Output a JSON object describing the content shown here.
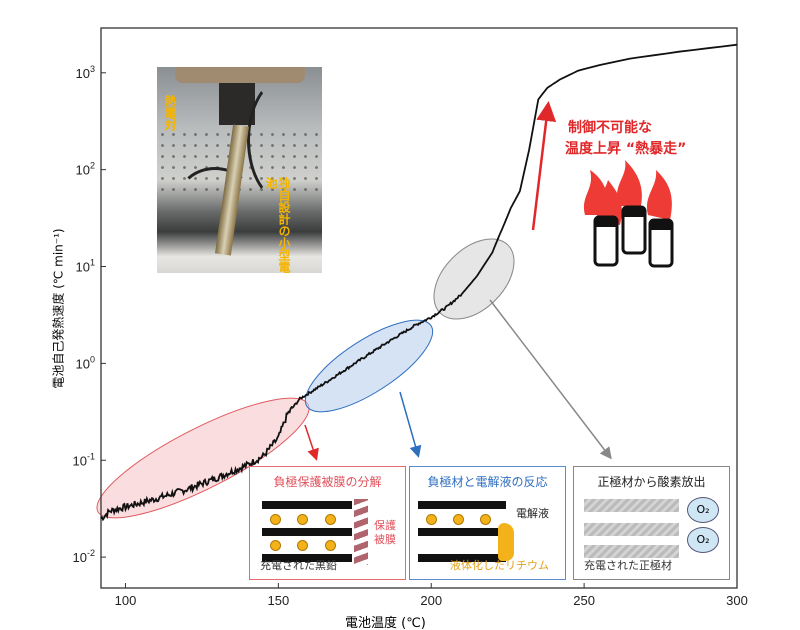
{
  "chart_data": {
    "type": "line",
    "title": "",
    "xlabel": "電池温度 (℃)",
    "ylabel": "電池自己発熱速度 (℃ min⁻¹)",
    "xlim": [
      92,
      300
    ],
    "ylim": [
      0.0048,
      2900
    ],
    "yscale": "log",
    "xticks": [
      {
        "v": 100,
        "label": "100"
      },
      {
        "v": 150,
        "label": "150"
      },
      {
        "v": 200,
        "label": "200"
      },
      {
        "v": 250,
        "label": "250"
      },
      {
        "v": 300,
        "label": "300"
      }
    ],
    "yticks": [
      {
        "v": 0.01,
        "base": "10",
        "exp": "-2"
      },
      {
        "v": 0.1,
        "base": "10",
        "exp": "-1"
      },
      {
        "v": 1,
        "base": "10",
        "exp": "0"
      },
      {
        "v": 10,
        "base": "10",
        "exp": "1"
      },
      {
        "v": 100,
        "base": "10",
        "exp": "2"
      },
      {
        "v": 1000,
        "base": "10",
        "exp": "3"
      }
    ],
    "series": [
      {
        "name": "self-heating rate",
        "x": [
          92,
          95,
          100,
          110,
          120,
          130,
          140,
          145,
          150,
          153,
          157,
          165,
          175,
          185,
          195,
          200,
          205,
          210,
          215,
          220,
          222,
          224,
          226,
          229,
          232,
          235,
          238,
          242,
          248,
          255,
          265,
          281,
          300
        ],
        "y": [
          0.025,
          0.03,
          0.033,
          0.04,
          0.05,
          0.066,
          0.09,
          0.11,
          0.17,
          0.3,
          0.43,
          0.62,
          1.0,
          1.6,
          2.5,
          3.0,
          3.8,
          5.2,
          8.0,
          14,
          20,
          28,
          40,
          60,
          160,
          530,
          700,
          850,
          1050,
          1200,
          1400,
          1650,
          1950
        ]
      }
    ],
    "colors": {
      "line": "#111111",
      "red": "#e0282a",
      "blue": "#2f6fc0",
      "gray": "#888888"
    }
  },
  "photo": {
    "label_thermocouple": "熱電対",
    "label_cell": "独自設計の小型電池"
  },
  "runaway": {
    "line1": "制御不可能な",
    "line2": "温度上昇 “熱暴走”"
  },
  "boxes": [
    {
      "title": "負極保護被膜の分解",
      "caption": "充電された黒鉛",
      "side": "保護被膜"
    },
    {
      "title": "負極材と電解液の反応",
      "caption": "液体化したリチウム",
      "side": "電解液"
    },
    {
      "title": "正極材から酸素放出",
      "caption": "充電された正極材",
      "o2": "O₂"
    }
  ]
}
